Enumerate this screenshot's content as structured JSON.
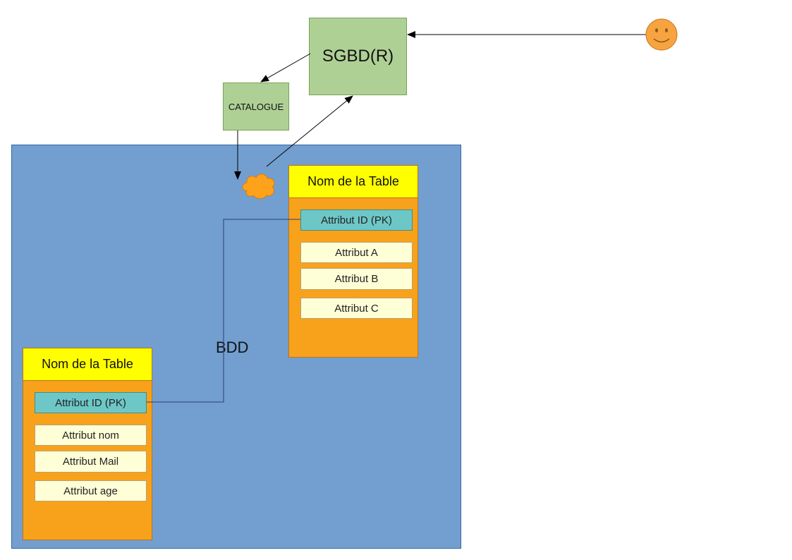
{
  "sgbd": {
    "label": "SGBD(R)"
  },
  "catalogue": {
    "label": "CATALOGUE"
  },
  "bdd": {
    "label": "BDD"
  },
  "table_right": {
    "title": "Nom de la Table",
    "pk": "Attribut ID (PK)",
    "attributes": [
      "Attribut A",
      "Attribut B",
      "Attribut C"
    ]
  },
  "table_left": {
    "title": "Nom de la Table",
    "pk": "Attribut ID (PK)",
    "attributes": [
      "Attribut nom",
      "Attribut Mail",
      "Attribut age"
    ]
  },
  "colors": {
    "bdd_area": "#729fcf",
    "green_box": "#afd095",
    "table_body": "#f8a21b",
    "table_title": "#ffff00",
    "pk_cell": "#6ec7c7",
    "attr_cell": "#ffffd7",
    "smiley": "#f7a440",
    "cloud": "#ffa21b"
  },
  "icons": {
    "user": "smiley-icon",
    "query": "cloud-icon"
  }
}
